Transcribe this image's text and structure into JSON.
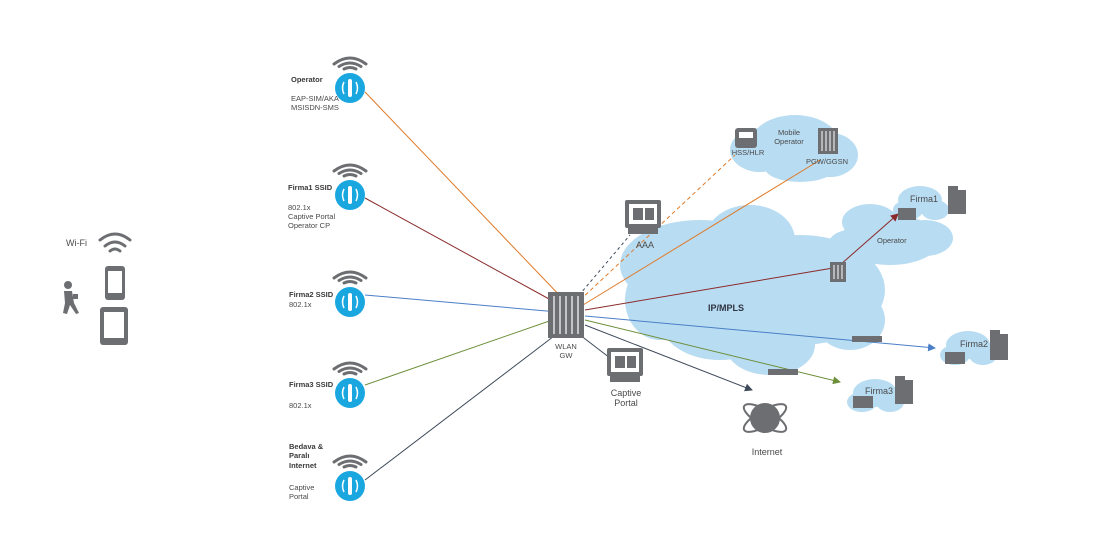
{
  "client": {
    "wifi_label": "Wi-Fi"
  },
  "ssids": [
    {
      "title": "Operator",
      "details": [
        "EAP-SIM/AKA",
        "MSISDN-SMS"
      ],
      "line_color": "#e07b2a"
    },
    {
      "title": "Firma1 SSID",
      "details": [
        "802.1x",
        "Captive Portal",
        "Operator CP"
      ],
      "line_color": "#8b2a2a"
    },
    {
      "title": "Firma2 SSID",
      "details": [
        "802.1x"
      ],
      "line_color": "#4a7fc8"
    },
    {
      "title": "Firma3 SSID",
      "details": [
        "802.1x"
      ],
      "line_color": "#6e8f3a"
    },
    {
      "title_lines": [
        "Bedava &",
        "Paralı",
        "Internet"
      ],
      "details": [
        "Captive",
        "Portal"
      ],
      "line_color": "#3e4a5a"
    }
  ],
  "core": {
    "gateway_lines": [
      "WLAN",
      "GW"
    ],
    "aaa": "AAA",
    "captive_portal_lines": [
      "Captive",
      "Portal"
    ],
    "ipmpls": "IP/MPLS",
    "internet": "Internet"
  },
  "mobile_operator": {
    "name_lines": [
      "Mobile",
      "Operator"
    ],
    "hss": "HSS/HLR",
    "pgw": "PGW/GGSN"
  },
  "operator_cloud": "Operator",
  "firms": [
    "Firma1",
    "Firma2",
    "Firma3"
  ],
  "colors": {
    "ap_blue": "#1aa7e0",
    "cloud_blue": "#b8dcf2",
    "device_gray": "#6d6e71",
    "orange": "#e07b2a",
    "dark_red": "#8b2a2a",
    "blue": "#4a7fc8",
    "green": "#6e8f3a",
    "slate": "#3e4a5a"
  }
}
